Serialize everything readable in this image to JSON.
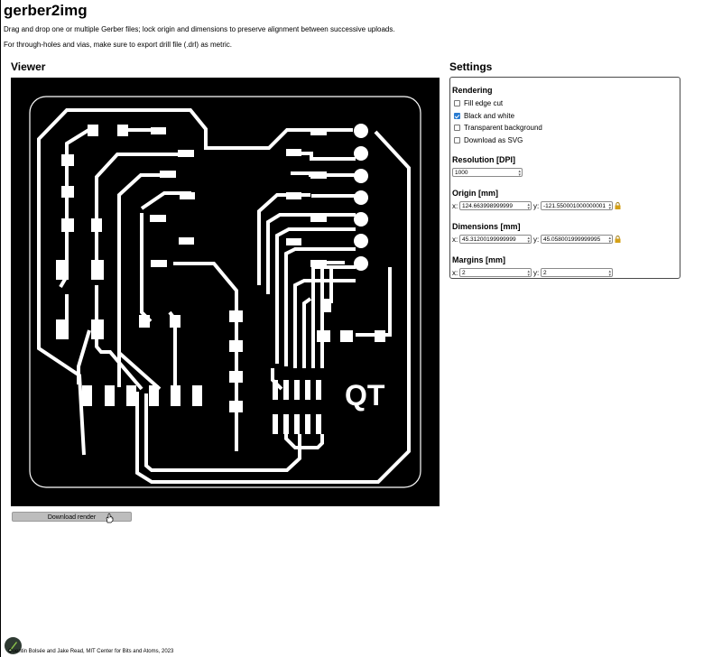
{
  "header": {
    "title": "gerber2img",
    "intro_line1": "Drag and drop one or multiple Gerber files; lock origin and dimensions to preserve alignment between successive uploads.",
    "intro_line2": "For through-holes and vias, make sure to export drill file (.drl) as metric."
  },
  "viewer": {
    "title": "Viewer",
    "download_label": "Download render",
    "board_text": "QT"
  },
  "settings": {
    "title": "Settings",
    "rendering": {
      "title": "Rendering",
      "options": [
        {
          "label": "Fill edge cut",
          "checked": false
        },
        {
          "label": "Black and white",
          "checked": true
        },
        {
          "label": "Transparent background",
          "checked": false
        },
        {
          "label": "Download as SVG",
          "checked": false
        }
      ]
    },
    "resolution": {
      "title": "Resolution [DPI]",
      "value": "1000"
    },
    "origin": {
      "title": "Origin [mm]",
      "x_label": "x:",
      "x": "124.663998999999",
      "y_label": "y:",
      "y": "-121.550001000000001"
    },
    "dimensions": {
      "title": "Dimensions [mm]",
      "x_label": "x:",
      "x": "45.31200199999999",
      "y_label": "y:",
      "y": "45.058001999999995"
    },
    "margins": {
      "title": "Margins [mm]",
      "x_label": "x:",
      "x": "2",
      "y_label": "y:",
      "y": "2"
    }
  },
  "footer": {
    "credit": "Quentin Bolsée and Jake Read, MIT Center for Bits and Atoms, 2023"
  },
  "colors": {
    "accent": "#2a7cd1",
    "board_background": "#000000",
    "trace": "#ffffff",
    "lock": "#d4a017"
  }
}
